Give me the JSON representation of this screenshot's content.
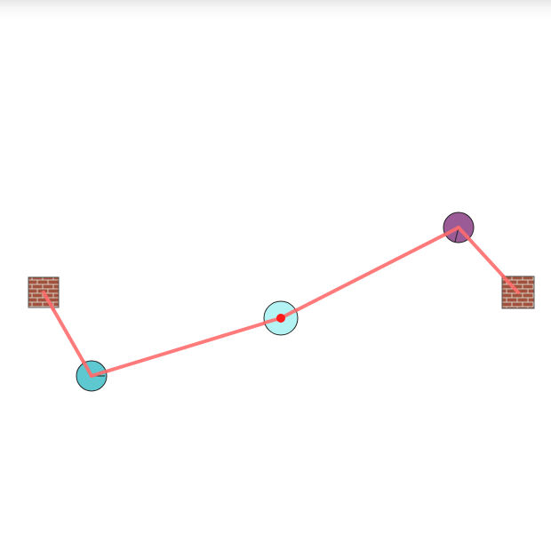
{
  "colors": {
    "background": "#ffffff",
    "rope": "#ff6b6b",
    "anchor_brick": "#a0523c",
    "anchor_mortar": "#d9cfc6",
    "node_left": "#5ec8d0",
    "node_center": "#b3f3f3",
    "node_right": "#9b5b96",
    "center_dot": "#ff1a1a",
    "outline": "#222222"
  },
  "scene": {
    "anchors": [
      {
        "name": "left-wall-anchor",
        "icon": "brick-wall-icon"
      },
      {
        "name": "right-wall-anchor",
        "icon": "brick-wall-icon"
      }
    ],
    "nodes": [
      {
        "name": "left-ball",
        "color_key": "node_left"
      },
      {
        "name": "center-ball",
        "color_key": "node_center"
      },
      {
        "name": "right-ball",
        "color_key": "node_right"
      }
    ]
  }
}
